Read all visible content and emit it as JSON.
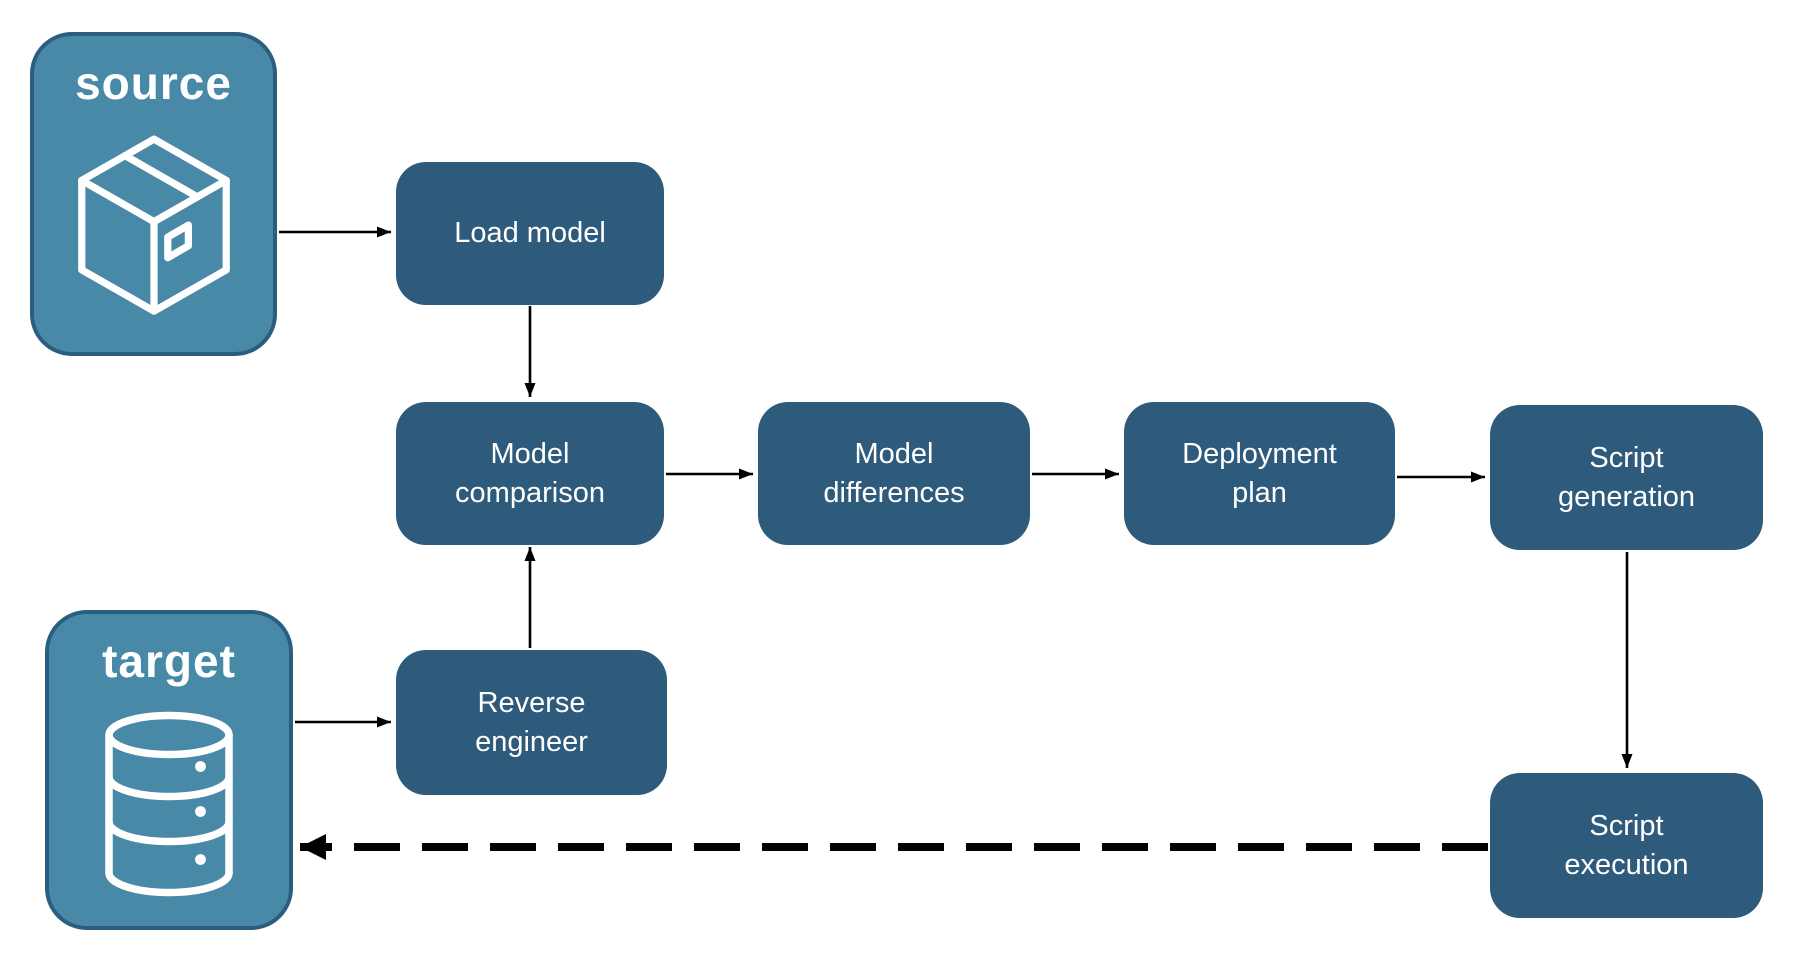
{
  "diagram": {
    "entities": [
      {
        "id": "source",
        "label": "source",
        "icon": "package-icon"
      },
      {
        "id": "target",
        "label": "target",
        "icon": "database-icon"
      }
    ],
    "nodes": [
      {
        "id": "load-model",
        "label": "Load model"
      },
      {
        "id": "model-comparison",
        "label": "Model comparison"
      },
      {
        "id": "model-differences",
        "label": "Model differences"
      },
      {
        "id": "deployment-plan",
        "label": "Deployment plan"
      },
      {
        "id": "script-generation",
        "label": "Script generation"
      },
      {
        "id": "reverse-engineer",
        "label": "Reverse engineer"
      },
      {
        "id": "script-execution",
        "label": "Script execution"
      }
    ],
    "connections": [
      {
        "from": "source",
        "to": "load-model",
        "style": "solid"
      },
      {
        "from": "load-model",
        "to": "model-comparison",
        "style": "solid"
      },
      {
        "from": "model-comparison",
        "to": "model-differences",
        "style": "solid"
      },
      {
        "from": "model-differences",
        "to": "deployment-plan",
        "style": "solid"
      },
      {
        "from": "deployment-plan",
        "to": "script-generation",
        "style": "solid"
      },
      {
        "from": "script-generation",
        "to": "script-execution",
        "style": "solid"
      },
      {
        "from": "target",
        "to": "reverse-engineer",
        "style": "solid"
      },
      {
        "from": "reverse-engineer",
        "to": "model-comparison",
        "style": "solid"
      },
      {
        "from": "script-execution",
        "to": "target",
        "style": "dashed"
      }
    ],
    "colors": {
      "background": "#FFFFFF",
      "entity_fill": "#4889A7",
      "entity_border": "#2B5E7E",
      "node_fill": "#2E5A7C",
      "text": "#FFFFFF",
      "arrow": "#000000"
    }
  }
}
